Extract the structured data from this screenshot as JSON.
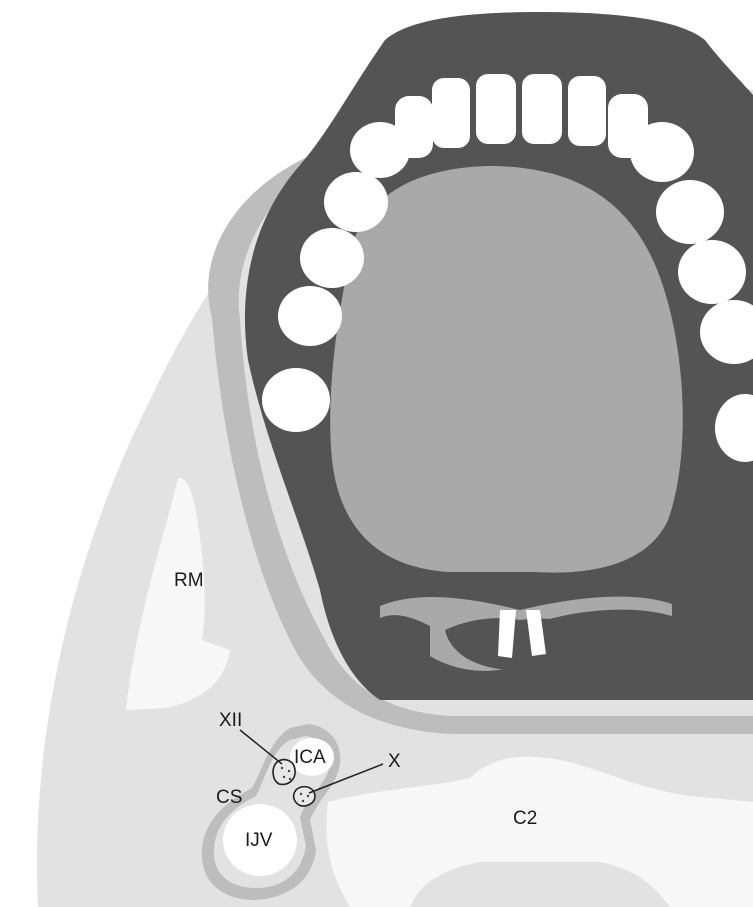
{
  "labels": {
    "rm": "RM",
    "xii": "XII",
    "ica": "ICA",
    "x": "X",
    "cs": "CS",
    "ijv": "IJV",
    "c2": "C2"
  },
  "colors": {
    "background": "#ffffff",
    "soft_tissue": "#e2e2e2",
    "fat_layer": "#bdbdbd",
    "oral_cavity": "#545454",
    "tongue": "#a9a9a9",
    "teeth": "#ffffff",
    "bone": "#f7f7f7",
    "vessel_wall": "#d0d0d0",
    "outline": "#222222"
  }
}
